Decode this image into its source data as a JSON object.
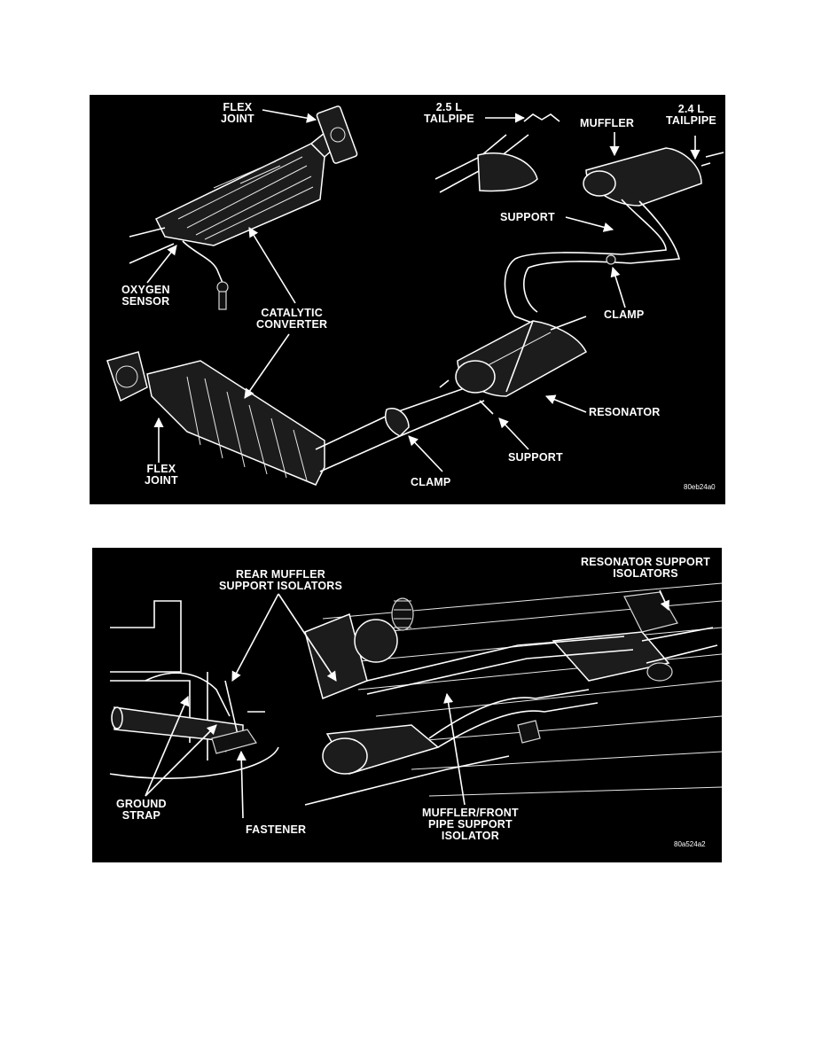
{
  "figure1": {
    "labels": {
      "flex_joint_top": "FLEX\nJOINT",
      "tailpipe_25": "2.5 L\nTAILPIPE",
      "muffler": "MUFFLER",
      "tailpipe_24": "2.4 L\nTAILPIPE",
      "support_upper": "SUPPORT",
      "oxygen_sensor": "OXYGEN\nSENSOR",
      "catalytic_converter": "CATALYTIC\nCONVERTER",
      "clamp_upper": "CLAMP",
      "resonator": "RESONATOR",
      "support_lower": "SUPPORT",
      "flex_joint_bottom": "FLEX\nJOINT",
      "clamp_lower": "CLAMP"
    },
    "figure_code": "80eb24a0"
  },
  "figure2": {
    "labels": {
      "rear_muffler_isolators": "REAR MUFFLER\nSUPPORT ISOLATORS",
      "resonator_support_isolators": "RESONATOR SUPPORT\nISOLATORS",
      "ground_strap": "GROUND\nSTRAP",
      "fastener": "FASTENER",
      "muffler_front_pipe_isolator": "MUFFLER/FRONT\nPIPE SUPPORT\nISOLATOR"
    },
    "figure_code": "80a524a2"
  }
}
